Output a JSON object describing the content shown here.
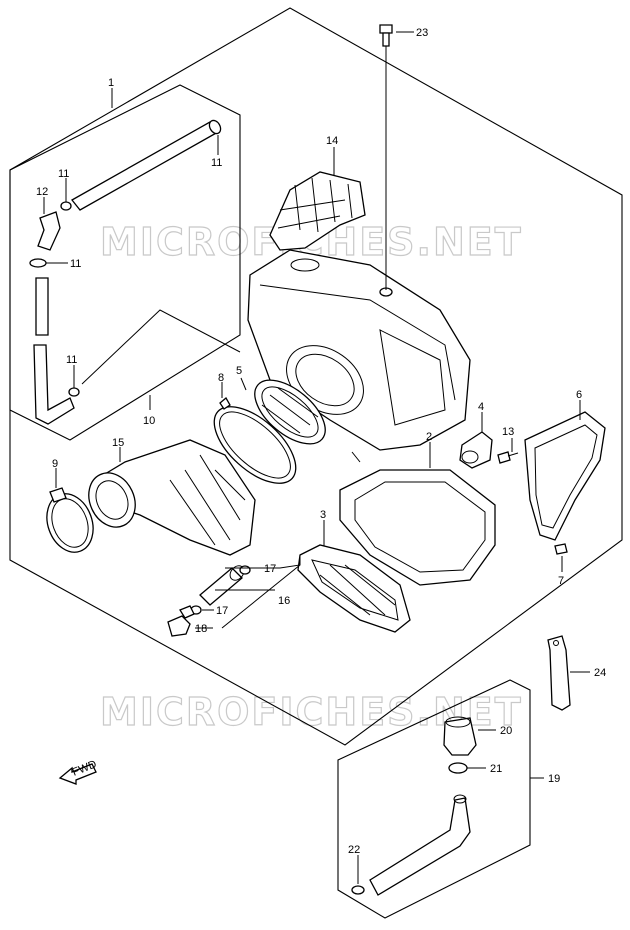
{
  "watermark": "MICROFICHES.NET",
  "fwd_label": "FWD",
  "callouts": {
    "c1": "1",
    "c2": "2",
    "c3": "3",
    "c4": "4",
    "c5": "5",
    "c6": "6",
    "c7": "7",
    "c8": "8",
    "c9": "9",
    "c10": "10",
    "c11a": "11",
    "c11b": "11",
    "c11c": "11",
    "c11d": "11",
    "c12": "12",
    "c13": "13",
    "c14": "14",
    "c15": "15",
    "c16": "16",
    "c17a": "17",
    "c17b": "17",
    "c18": "18",
    "c19": "19",
    "c20": "20",
    "c21": "21",
    "c22": "22",
    "c23": "23",
    "c24": "24"
  }
}
